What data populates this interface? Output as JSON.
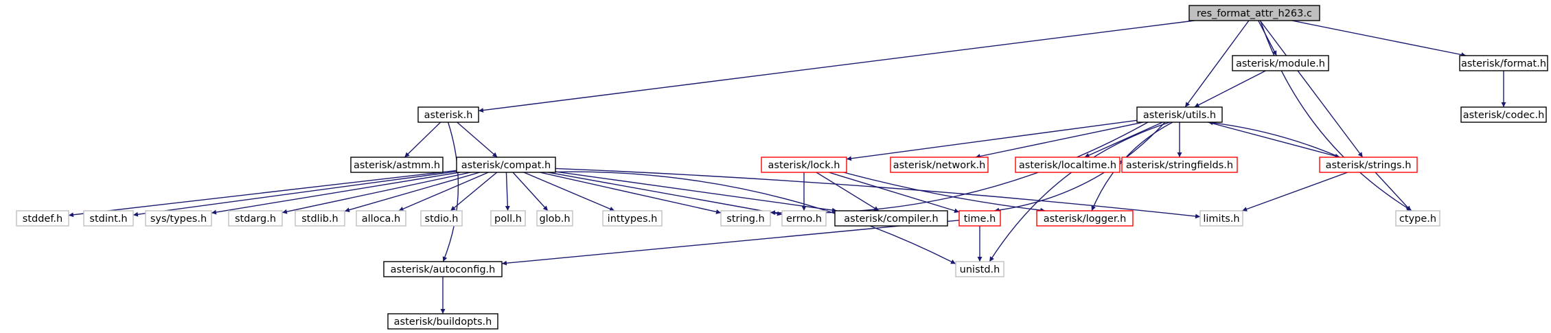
{
  "title": "res_format_attr_h263.c",
  "colors": {
    "edge": "#191970",
    "border_documented": "#000000",
    "border_has_more": "#ff0000",
    "border_external": "#bfbfbf",
    "root_fill": "#bfbfbf",
    "node_fill": "#ffffff"
  },
  "nodes": [
    {
      "id": "root",
      "label": "res_format_attr_h263.c",
      "style": "root"
    },
    {
      "id": "asterisk_h",
      "label": "asterisk.h",
      "style": "documented"
    },
    {
      "id": "module_h",
      "label": "asterisk/module.h",
      "style": "documented"
    },
    {
      "id": "format_h",
      "label": "asterisk/format.h",
      "style": "documented"
    },
    {
      "id": "utils_h",
      "label": "asterisk/utils.h",
      "style": "documented"
    },
    {
      "id": "codec_h",
      "label": "asterisk/codec.h",
      "style": "documented"
    },
    {
      "id": "astmm_h",
      "label": "asterisk/astmm.h",
      "style": "documented"
    },
    {
      "id": "compat_h",
      "label": "asterisk/compat.h",
      "style": "documented"
    },
    {
      "id": "lock_h",
      "label": "asterisk/lock.h",
      "style": "has_more"
    },
    {
      "id": "network_h",
      "label": "asterisk/network.h",
      "style": "has_more"
    },
    {
      "id": "localtime_h",
      "label": "asterisk/localtime.h",
      "style": "has_more"
    },
    {
      "id": "stringfields_h",
      "label": "asterisk/stringfields.h",
      "style": "has_more"
    },
    {
      "id": "strings_h",
      "label": "asterisk/strings.h",
      "style": "has_more"
    },
    {
      "id": "stddef_h",
      "label": "stddef.h",
      "style": "external"
    },
    {
      "id": "stdint_h",
      "label": "stdint.h",
      "style": "external"
    },
    {
      "id": "systypes_h",
      "label": "sys/types.h",
      "style": "external"
    },
    {
      "id": "stdarg_h",
      "label": "stdarg.h",
      "style": "external"
    },
    {
      "id": "stdlib_h",
      "label": "stdlib.h",
      "style": "external"
    },
    {
      "id": "alloca_h",
      "label": "alloca.h",
      "style": "external"
    },
    {
      "id": "stdio_h",
      "label": "stdio.h",
      "style": "external"
    },
    {
      "id": "poll_h",
      "label": "poll.h",
      "style": "external"
    },
    {
      "id": "glob_h",
      "label": "glob.h",
      "style": "external"
    },
    {
      "id": "inttypes_h",
      "label": "inttypes.h",
      "style": "external"
    },
    {
      "id": "string_h",
      "label": "string.h",
      "style": "external"
    },
    {
      "id": "errno_h",
      "label": "errno.h",
      "style": "external"
    },
    {
      "id": "compiler_h",
      "label": "asterisk/compiler.h",
      "style": "documented"
    },
    {
      "id": "logger_h",
      "label": "asterisk/logger.h",
      "style": "has_more"
    },
    {
      "id": "limits_h",
      "label": "limits.h",
      "style": "external"
    },
    {
      "id": "ctype_h",
      "label": "ctype.h",
      "style": "external"
    },
    {
      "id": "time_h",
      "label": "time.h",
      "style": "has_more"
    },
    {
      "id": "autoconfig_h",
      "label": "asterisk/autoconfig.h",
      "style": "documented"
    },
    {
      "id": "unistd_h",
      "label": "unistd.h",
      "style": "external"
    },
    {
      "id": "buildopts_h",
      "label": "asterisk/buildopts.h",
      "style": "documented"
    }
  ],
  "edges": [
    [
      "root",
      "asterisk_h"
    ],
    [
      "root",
      "utils_h"
    ],
    [
      "root",
      "module_h"
    ],
    [
      "root",
      "strings_h"
    ],
    [
      "root",
      "ctype_h"
    ],
    [
      "root",
      "format_h"
    ],
    [
      "format_h",
      "codec_h"
    ],
    [
      "module_h",
      "utils_h"
    ],
    [
      "asterisk_h",
      "astmm_h"
    ],
    [
      "asterisk_h",
      "compat_h"
    ],
    [
      "asterisk_h",
      "autoconfig_h"
    ],
    [
      "compat_h",
      "stddef_h"
    ],
    [
      "compat_h",
      "stdint_h"
    ],
    [
      "compat_h",
      "systypes_h"
    ],
    [
      "compat_h",
      "stdarg_h"
    ],
    [
      "compat_h",
      "stdlib_h"
    ],
    [
      "compat_h",
      "alloca_h"
    ],
    [
      "compat_h",
      "stdio_h"
    ],
    [
      "compat_h",
      "poll_h"
    ],
    [
      "compat_h",
      "glob_h"
    ],
    [
      "compat_h",
      "inttypes_h"
    ],
    [
      "compat_h",
      "string_h"
    ],
    [
      "compat_h",
      "errno_h"
    ],
    [
      "compat_h",
      "compiler_h"
    ],
    [
      "compat_h",
      "limits_h"
    ],
    [
      "compat_h",
      "unistd_h"
    ],
    [
      "utils_h",
      "lock_h"
    ],
    [
      "utils_h",
      "network_h"
    ],
    [
      "utils_h",
      "localtime_h"
    ],
    [
      "utils_h",
      "stringfields_h"
    ],
    [
      "utils_h",
      "strings_h"
    ],
    [
      "utils_h",
      "string_h"
    ],
    [
      "utils_h",
      "time_h"
    ],
    [
      "utils_h",
      "logger_h"
    ],
    [
      "utils_h",
      "unistd_h"
    ],
    [
      "lock_h",
      "errno_h"
    ],
    [
      "lock_h",
      "compiler_h"
    ],
    [
      "lock_h",
      "time_h"
    ],
    [
      "lock_h",
      "logger_h"
    ],
    [
      "strings_h",
      "utils_h"
    ],
    [
      "strings_h",
      "limits_h"
    ],
    [
      "strings_h",
      "ctype_h"
    ],
    [
      "time_h",
      "unistd_h"
    ],
    [
      "time_h",
      "autoconfig_h"
    ],
    [
      "autoconfig_h",
      "buildopts_h"
    ]
  ]
}
